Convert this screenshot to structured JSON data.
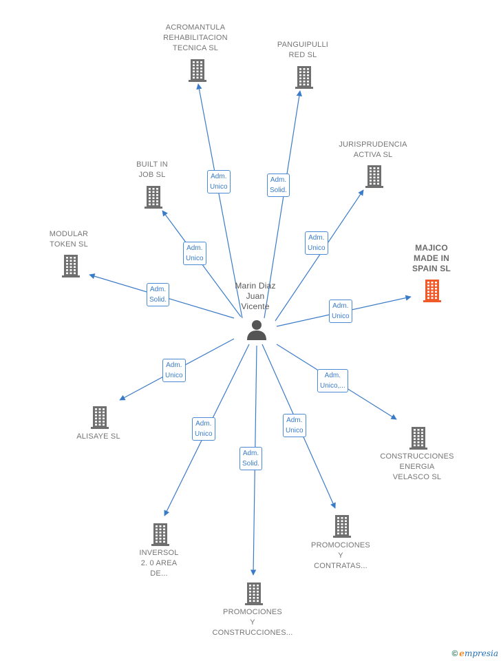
{
  "center": {
    "name": "Marin Diaz\nJuan\nVicente",
    "icon": "person-icon"
  },
  "companies": [
    {
      "id": "acromantula",
      "label": "ACROMANTULA\nREHABILITACION\nTECNICA  SL",
      "relation": "Adm.\nUnico",
      "highlight": false
    },
    {
      "id": "panguipulli",
      "label": "PANGUIPULLI\nRED SL",
      "relation": "Adm.\nSolid.",
      "highlight": false
    },
    {
      "id": "jurisprudencia",
      "label": "JURISPRUDENCIA\nACTIVA  SL",
      "relation": "Adm.\nUnico",
      "highlight": false
    },
    {
      "id": "built-in-job",
      "label": "BUILT IN\nJOB  SL",
      "relation": "Adm.\nUnico",
      "highlight": false
    },
    {
      "id": "modular-token",
      "label": "MODULAR\nTOKEN  SL",
      "relation": "Adm.\nSolid.",
      "highlight": false
    },
    {
      "id": "majico",
      "label": "MAJICO\nMADE IN\nSPAIN  SL",
      "relation": "Adm.\nUnico",
      "highlight": true
    },
    {
      "id": "alisaye",
      "label": "ALISAYE SL",
      "relation": "Adm.\nUnico",
      "highlight": false
    },
    {
      "id": "construcciones-energia",
      "label": "CONSTRUCCIONES\nENERGIA\nVELASCO  SL",
      "relation": "Adm.\nUnico,...",
      "highlight": false
    },
    {
      "id": "inversol",
      "label": "INVERSOL\n2. 0 AREA\nDE...",
      "relation": "Adm.\nUnico",
      "highlight": false
    },
    {
      "id": "promociones-construcciones",
      "label": "PROMOCIONES\nY\nCONSTRUCCIONES...",
      "relation": "Adm.\nSolid.",
      "highlight": false
    },
    {
      "id": "promociones-contratas",
      "label": "PROMOCIONES\nY\nCONTRATAS...",
      "relation": "Adm.\nUnico",
      "highlight": false
    }
  ],
  "colors": {
    "edge": "#3a7bc8",
    "building": "#6f6f6f",
    "building_highlight": "#f05a28",
    "person": "#555555"
  },
  "watermark": {
    "copyright": "©",
    "brand_first": "e",
    "brand_rest": "mpresia"
  }
}
